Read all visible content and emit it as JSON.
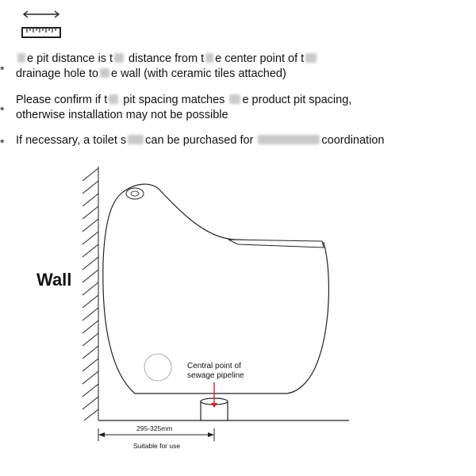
{
  "notes": {
    "bullet": "*",
    "line1a": "e pit distance is t",
    "line1b": "distance from t",
    "line1c": "e center point of t",
    "line2": "drainage hole to",
    "line2b": "e wall (with ceramic tiles attached)",
    "line3a": "Please confirm if t",
    "line3b": "pit spacing matches",
    "line3c": "e product pit spacing,",
    "line4": "otherwise installation may not be possible",
    "line5a": "If necessary, a toilet s",
    "line5b": "can be purchased for",
    "line5c": "coordination"
  },
  "diagram": {
    "wall_label": "Wall",
    "pipe_label_1": "Central point of",
    "pipe_label_2": "sewage pipeline",
    "dimension": "295-325mm",
    "suitable": "Suitable for use"
  },
  "icons": {
    "header": "ruler-arrow-icon"
  }
}
